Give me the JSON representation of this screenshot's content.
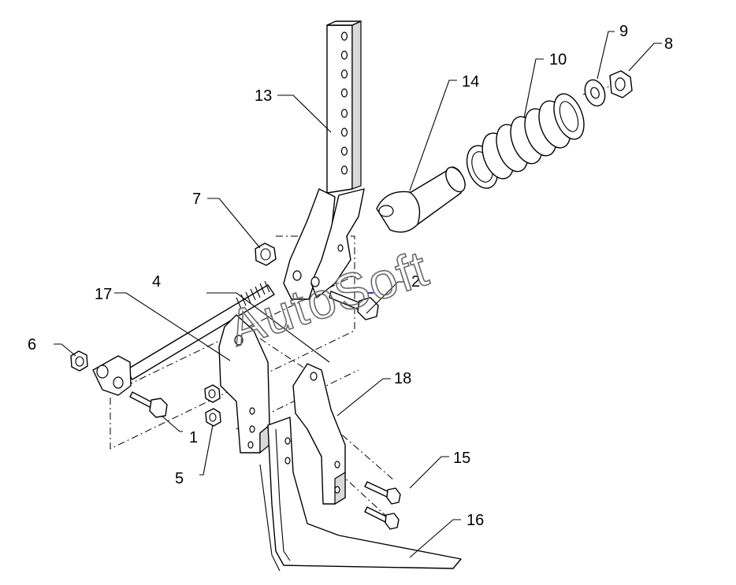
{
  "diagram": {
    "callouts": [
      {
        "id": "c1",
        "label": "1"
      },
      {
        "id": "c2",
        "label": "2"
      },
      {
        "id": "c4",
        "label": "4"
      },
      {
        "id": "c5",
        "label": "5"
      },
      {
        "id": "c6",
        "label": "6"
      },
      {
        "id": "c7",
        "label": "7"
      },
      {
        "id": "c8",
        "label": "8"
      },
      {
        "id": "c9",
        "label": "9"
      },
      {
        "id": "c10",
        "label": "10"
      },
      {
        "id": "c13",
        "label": "13"
      },
      {
        "id": "c14",
        "label": "14"
      },
      {
        "id": "c15",
        "label": "15"
      },
      {
        "id": "c16",
        "label": "16"
      },
      {
        "id": "c17",
        "label": "17"
      },
      {
        "id": "c18",
        "label": "18"
      }
    ],
    "watermark": "AutoSoft",
    "colors": {
      "line": "#000000",
      "watermark": "#6a6a6a",
      "accent": "#3030c0"
    }
  }
}
